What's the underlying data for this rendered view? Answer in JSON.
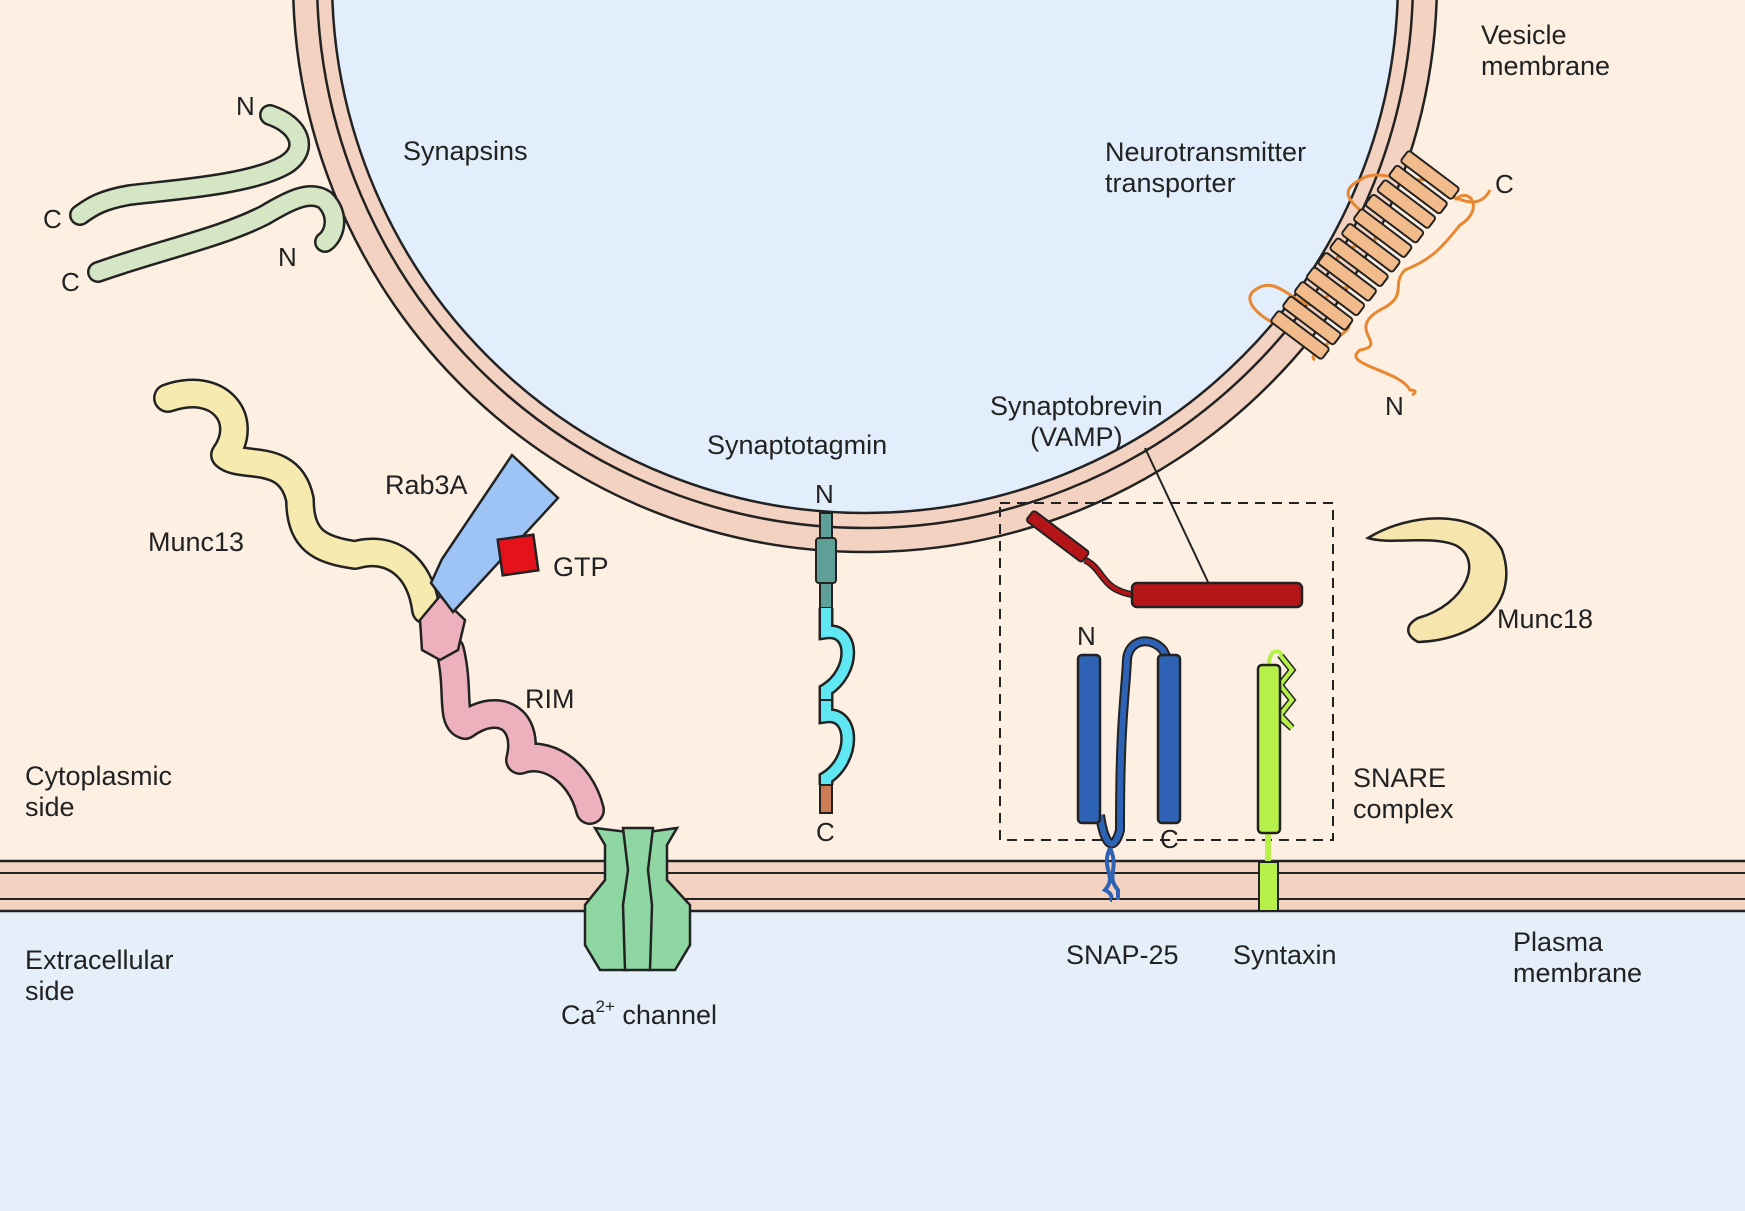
{
  "colors": {
    "cytoplasm": "#fdf0e3",
    "extracellular": "#e5effa",
    "vesicle_lumen": "#e2eefb",
    "membrane": "#f3d2c1",
    "synapsin": "#d5e6c4",
    "munc13": "#f7eaae",
    "rab3a": "#9ec4f6",
    "gtp": "#e5111b",
    "rim": "#ecb1bd",
    "ca_channel": "#8fd7a2",
    "synaptotagmin_n": "#5e9f98",
    "synaptotagmin_c2": "#5fe8f3",
    "synaptotagmin_tail": "#ca7d55",
    "synaptobrevin": "#b31518",
    "snap25": "#2d62b4",
    "syntaxin": "#b8f04a",
    "transporter": "#f2bb8b",
    "transporter_loop": "#e8872f",
    "munc18": "#f6e6ad"
  },
  "labels": {
    "synapsins": "Synapsins",
    "vesicle_membrane_1": "Vesicle",
    "vesicle_membrane_2": "membrane",
    "transporter_1": "Neurotransmitter",
    "transporter_2": "transporter",
    "synaptobrevin_1": "Synaptobrevin",
    "synaptobrevin_2": "(VAMP)",
    "synaptotagmin": "Synaptotagmin",
    "rab3a": "Rab3A",
    "gtp": "GTP",
    "munc13": "Munc13",
    "rim": "RIM",
    "munc18": "Munc18",
    "snare_1": "SNARE",
    "snare_2": "complex",
    "cytoplasmic_1": "Cytoplasmic",
    "cytoplasmic_2": "side",
    "extracellular_1": "Extracellular",
    "extracellular_2": "side",
    "ca_channel_base": "Ca",
    "ca_channel_sup": "2+",
    "ca_channel_rest": " channel",
    "snap25": "SNAP-25",
    "syntaxin": "Syntaxin",
    "plasma_1": "Plasma",
    "plasma_2": "membrane"
  },
  "termini": {
    "syn_n1": "N",
    "syn_c1": "C",
    "syn_c2": "C",
    "syn_n2": "N",
    "transporter_c": "C",
    "transporter_n": "N",
    "tagmin_n": "N",
    "tagmin_c": "C",
    "snap_n": "N",
    "snap_c": "C"
  }
}
